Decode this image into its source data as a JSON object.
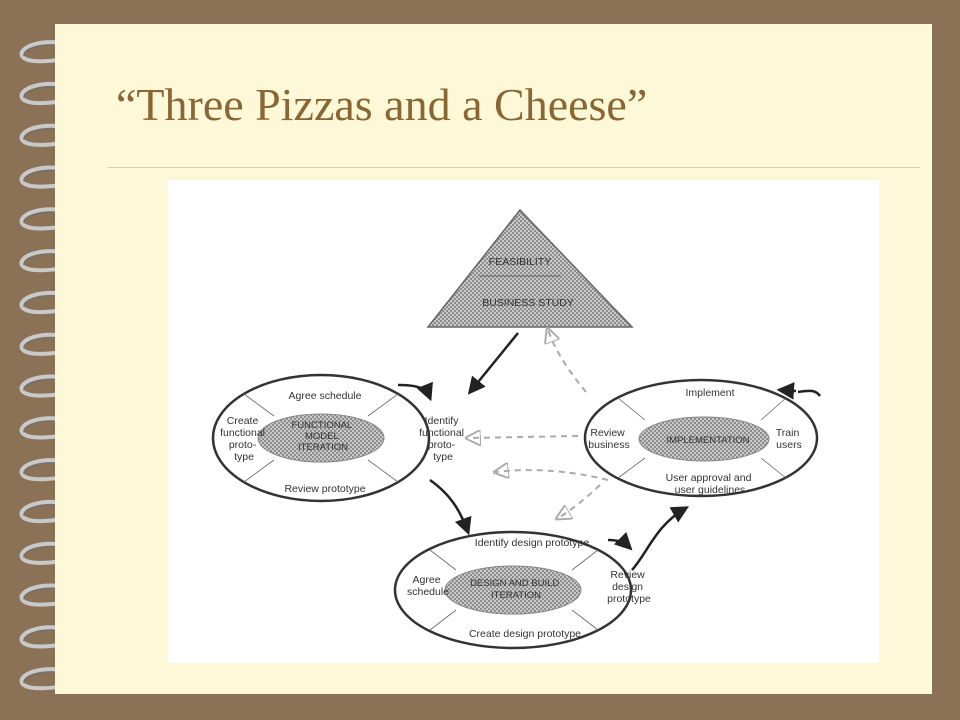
{
  "slide": {
    "title": "“Three Pizzas and a Cheese”"
  },
  "diagram": {
    "pyramid": {
      "top_label": "FEASIBILITY",
      "bottom_label": "BUSINESS STUDY"
    },
    "functional_model": {
      "center": [
        "FUNCTIONAL",
        "MODEL",
        "ITERATION"
      ],
      "top": "Agree schedule",
      "left": [
        "Create",
        "functional",
        "proto-",
        "type"
      ],
      "right": [
        "Identify",
        "functional",
        "proto-",
        "type"
      ],
      "bottom": "Review prototype"
    },
    "implementation": {
      "center": [
        "IMPLEMENTATION"
      ],
      "top": "Implement",
      "left": [
        "Review",
        "business"
      ],
      "right": [
        "Train",
        "users"
      ],
      "bottom": [
        "User approval and",
        "user guidelines"
      ]
    },
    "design_build": {
      "center": [
        "DESIGN AND BUILD",
        "ITERATION"
      ],
      "top": "Identify design prototype",
      "left": [
        "Agree",
        "schedule"
      ],
      "right": [
        "Review",
        "design",
        "prototype"
      ],
      "bottom": "Create design prototype"
    }
  }
}
